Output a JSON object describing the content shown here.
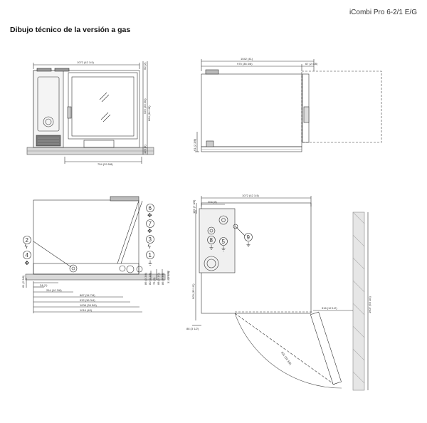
{
  "header": {
    "model": "iCombi Pro 6-2/1 E/G",
    "title": "Dibujo técnico de la versión a gas"
  },
  "front_view": {
    "dims": {
      "width_top": "1072 (42 1/4)",
      "width_bottom": "754 (29 5/8)",
      "h_total": "864 (34 1/8)",
      "h_mid": "526 (20 3/4)",
      "h_top": "50 (2)",
      "h_bottom": "126 (5)"
    }
  },
  "side_view": {
    "dims": {
      "depth_total": "1042 (41)",
      "depth_body": "975 (38 3/8)",
      "depth_door": "67 (2 5/8)",
      "feet_height": "61 (2 3/8)"
    }
  },
  "rear_view": {
    "dims": {
      "d1": "61 (2 3/8)",
      "d2": "24 (1)",
      "d3": "264 (10 3/8)",
      "d4": "887 (34 7/8)",
      "d5": "932 (36 3/4)",
      "d6": "1008 (39 5/8)",
      "d7": "1016 (40)",
      "v1": "86 (3 3/8)",
      "v2": "80 (3 1/8)",
      "v3": "75 (3)",
      "v4": "88 (3 1/2)",
      "v5": "86 (3 3/8)",
      "v6": "31 (1 1/4)"
    },
    "callouts": [
      "6",
      "7",
      "3",
      "1",
      "2",
      "4"
    ]
  },
  "plan_view": {
    "dims": {
      "width": "1072 (42 1/4)",
      "conn_x": "204 (8)",
      "conn_y": "189 (7 3/8)",
      "depth": "903 (35 1/2)",
      "door_clear": "316 (12 1/2)",
      "left_gap": "88 (3 1/2)",
      "radius": "821 (32 3/8)",
      "wall_depth": "1607 (63 1/4)"
    },
    "callouts": [
      "8",
      "5",
      "9"
    ]
  }
}
